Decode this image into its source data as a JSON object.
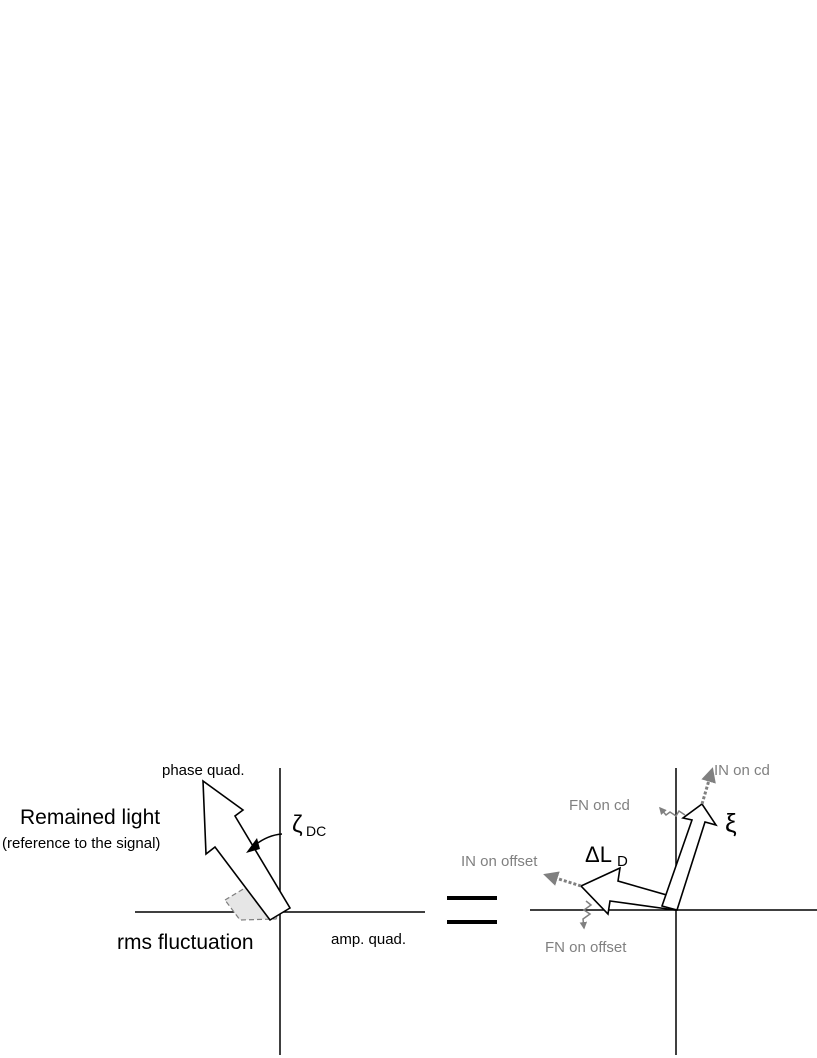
{
  "left_panel": {
    "y_axis_label": "phase quad.",
    "x_axis_label": "amp. quad.",
    "main_arrow_label": "Remained light",
    "main_arrow_sublabel": "(reference to the signal)",
    "angle_symbol": "ζ",
    "angle_subscript": "DC",
    "fluctuation_label": "rms fluctuation"
  },
  "equals_sign": "=",
  "right_panel": {
    "delta_symbol": "ΔL",
    "delta_subscript": "D",
    "xi_symbol": "ξ",
    "in_on_cd": "IN on cd",
    "fn_on_cd": "FN on cd",
    "in_on_offset": "IN on offset",
    "fn_on_offset": "FN on offset"
  },
  "colors": {
    "line": "#000000",
    "noise": "#808080",
    "fluctuation_fill": "#e6e6e6"
  }
}
